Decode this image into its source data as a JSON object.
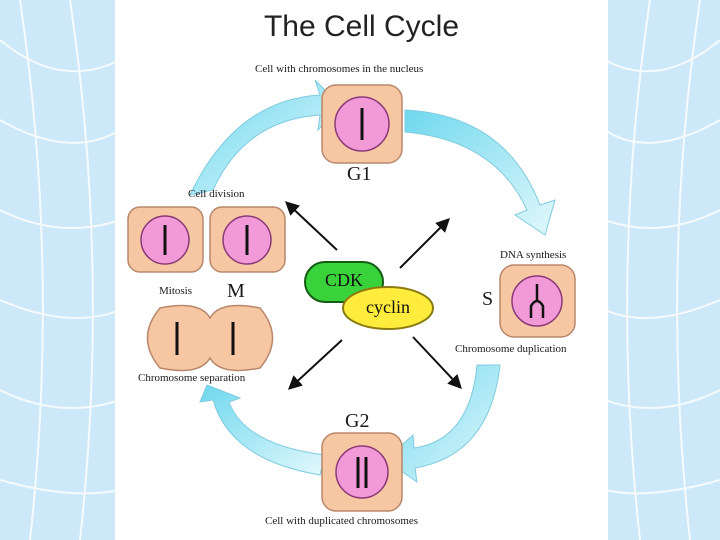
{
  "title": "The Cell Cycle",
  "labels": {
    "g1_desc": "Cell with chromosomes in the nucleus",
    "g1_phase": "G1",
    "cell_division": "Cell division",
    "dna_synthesis": "DNA synthesis",
    "mitosis": "Mitosis",
    "m_phase": "M",
    "s_phase": "S",
    "chromosome_duplication": "Chromosome duplication",
    "chromosome_separation": "Chromosome separation",
    "g2_phase": "G2",
    "g2_desc": "Cell with duplicated chromosomes"
  },
  "center": {
    "cdk": "CDK",
    "cyclin": "cyclin"
  },
  "colors": {
    "cell_fill": "#f7c7a4",
    "nucleus_fill": "#f29ad8",
    "cdk_fill": "#3ad23a",
    "cyclin_fill": "#ffec3d",
    "arrow_fill": "#8fe0f0",
    "background": "#cde8f8"
  }
}
